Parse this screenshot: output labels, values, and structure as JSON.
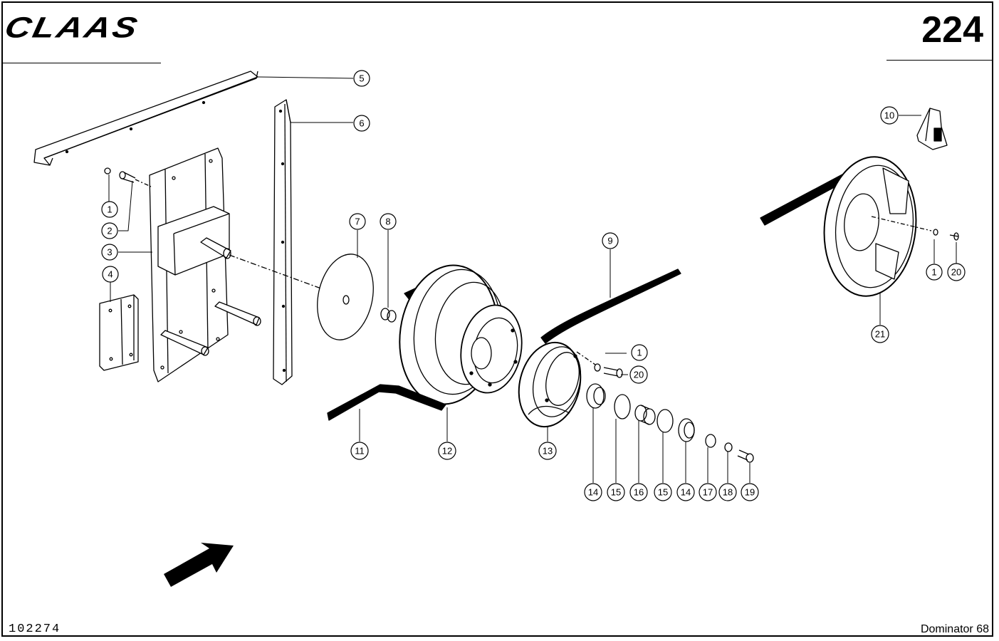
{
  "header": {
    "logo_text": "CLAAS",
    "page_number": "224"
  },
  "footer": {
    "document_number": "102274",
    "model": "Dominator 68"
  },
  "callouts": [
    {
      "label": "5"
    },
    {
      "label": "6"
    },
    {
      "label": "1"
    },
    {
      "label": "2"
    },
    {
      "label": "3"
    },
    {
      "label": "4"
    },
    {
      "label": "7"
    },
    {
      "label": "8"
    },
    {
      "label": "9"
    },
    {
      "label": "10"
    },
    {
      "label": "1"
    },
    {
      "label": "20"
    },
    {
      "label": "21"
    },
    {
      "label": "1"
    },
    {
      "label": "20"
    },
    {
      "label": "11"
    },
    {
      "label": "12"
    },
    {
      "label": "13"
    },
    {
      "label": "14"
    },
    {
      "label": "15"
    },
    {
      "label": "16"
    },
    {
      "label": "15"
    },
    {
      "label": "14"
    },
    {
      "label": "17"
    },
    {
      "label": "18"
    },
    {
      "label": "19"
    }
  ],
  "icons": {
    "direction_arrow": "arrow-up-right-icon"
  }
}
